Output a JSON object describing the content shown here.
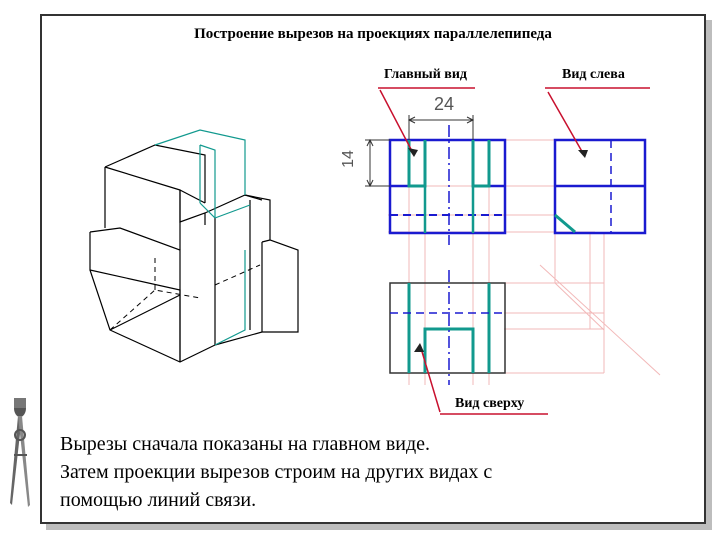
{
  "title": "Построение вырезов на проекциях параллелепипеда",
  "labels": {
    "main_view": "Главный вид",
    "left_view": "Вид слева",
    "top_view": "Вид сверху"
  },
  "dimensions": {
    "width": "24",
    "height": "14"
  },
  "caption": {
    "line1": "Вырезы сначала показаны на главном виде.",
    "line2": "Затем проекции вырезов строим на других видах с",
    "line3": "помощью линий связи."
  },
  "colors": {
    "outline": "#1a1ad0",
    "cutout": "#11998e",
    "projection": "#f2b8b8",
    "leader": "#c8102e",
    "isometric": "#000000"
  },
  "icons": [
    "compass-icon"
  ]
}
